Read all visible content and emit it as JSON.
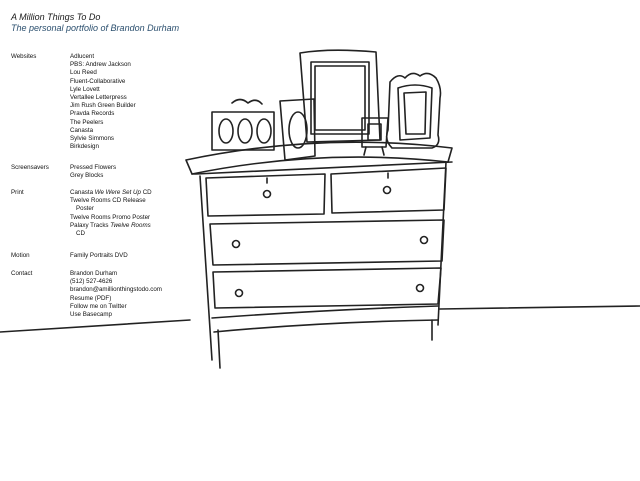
{
  "header": {
    "title": "A Million Things To Do",
    "subtitle": "The personal portfolio of Brandon Durham"
  },
  "nav": {
    "websites": {
      "heading": "Websites",
      "items": [
        "Adlucent",
        "PBS: Andrew Jackson",
        "Lou Reed",
        "Fluent-Collaborative",
        "Lyle Lovett",
        "Vertallee Letterpress",
        "Jim Rush Green Builder",
        "Pravda Records",
        "The Peelers",
        "Canasta",
        "Sylvie Simmons",
        "Birkdesign"
      ]
    },
    "screensavers": {
      "heading": "Screensavers",
      "items": [
        "Pressed Flowers",
        "Grey Blocks"
      ]
    },
    "print": {
      "heading": "Print",
      "items": [
        {
          "lead": "Canasta ",
          "em": "We Were Set Up",
          "tail": " CD"
        },
        {
          "lead": "Twelve Rooms CD Release",
          "em": "",
          "tail": ""
        },
        {
          "lead": "Poster",
          "em": "",
          "tail": ""
        },
        {
          "lead": "Twelve Rooms Promo Poster",
          "em": "",
          "tail": ""
        },
        {
          "lead": "Palaxy Tracks ",
          "em": "Twelve Rooms",
          "tail": ""
        },
        {
          "lead": "CD",
          "em": "",
          "tail": ""
        }
      ]
    },
    "motion": {
      "heading": "Motion",
      "items": [
        "Family Portraits DVD"
      ]
    },
    "contact": {
      "heading": "Contact",
      "items": [
        "Brandon Durham",
        "(512) 527-4626",
        "brandon@amillionthingstodo.com",
        "Resume (PDF)",
        "Follow me on Twitter",
        "Use Basecamp"
      ]
    }
  }
}
